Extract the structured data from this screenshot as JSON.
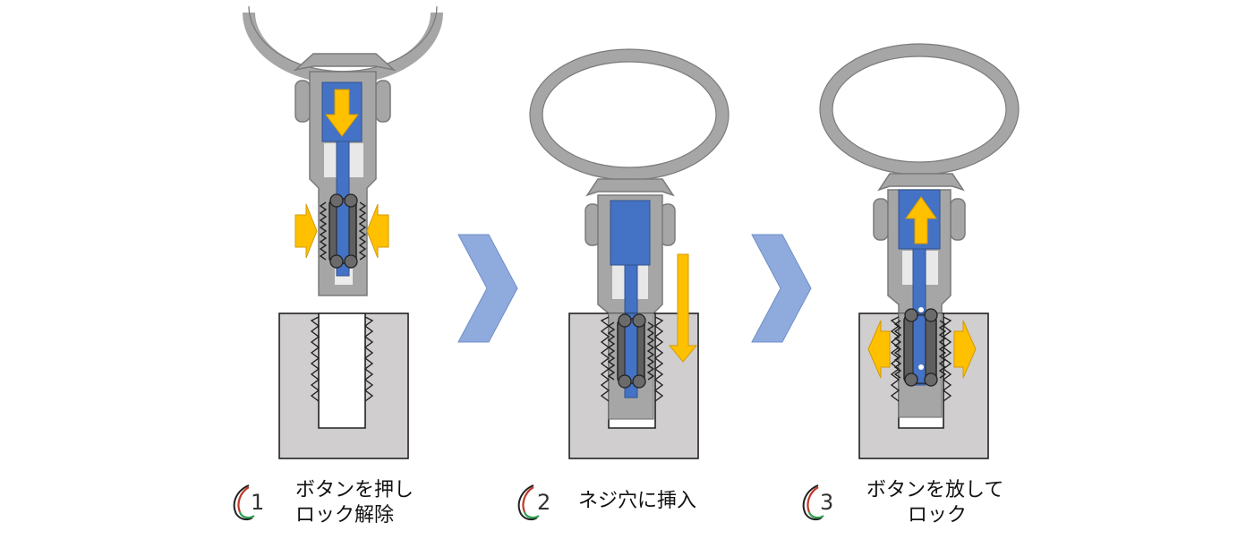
{
  "steps": [
    {
      "number": "1",
      "caption_line1": "ボタンを押し",
      "caption_line2": "ロック解除"
    },
    {
      "number": "2",
      "caption_line1": "ネジ穴に挿入",
      "caption_line2": ""
    },
    {
      "number": "3",
      "caption_line1": "ボタンを放して",
      "caption_line2": "ロック"
    }
  ],
  "colors": {
    "tool_gray": "#a8a8a8",
    "tool_outline": "#7a7a7a",
    "ring_fill": "#b3b3b3",
    "plunger_blue": "#4472c4",
    "arrow_yellow": "#ffc000",
    "block_fill": "#d0cece",
    "chevron": "#8faadc",
    "ball_gray": "#6b6b6b"
  },
  "icons": [
    "chevron-right-icon",
    "arrow-down-icon",
    "arrow-up-icon",
    "arrow-left-icon",
    "arrow-right-icon",
    "logo-mark-icon"
  ]
}
